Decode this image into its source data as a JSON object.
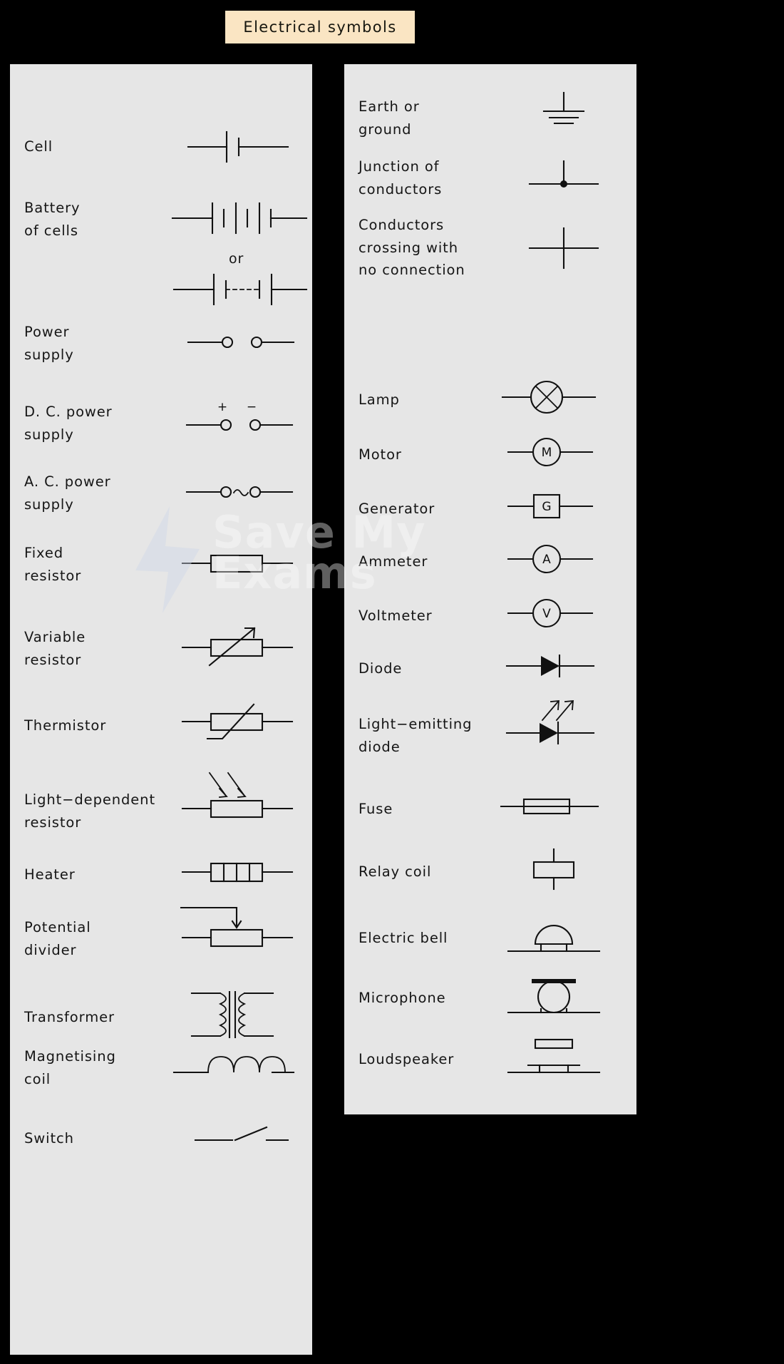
{
  "title": {
    "text": "Electrical symbols"
  },
  "watermark": {
    "line1": "Save My",
    "line2": "Exams"
  },
  "notes": {
    "or": "or"
  },
  "markers": {
    "plus": "+",
    "minus": "−",
    "ac": "~",
    "motor": "M",
    "generator": "G",
    "ammeter": "A",
    "voltmeter": "V"
  },
  "left_panel": {
    "items": [
      {
        "label": "Cell",
        "symbol": "cell"
      },
      {
        "label": "Battery\nof cells",
        "symbol": "battery-of-cells"
      },
      {
        "label": "",
        "symbol": "battery-of-cells-alt"
      },
      {
        "label": "Power\nsupply",
        "symbol": "power-supply"
      },
      {
        "label": "D. C. power\nsupply",
        "symbol": "dc-power-supply"
      },
      {
        "label": "A. C. power\nsupply",
        "symbol": "ac-power-supply"
      },
      {
        "label": "Fixed\nresistor",
        "symbol": "fixed-resistor"
      },
      {
        "label": "Variable\nresistor",
        "symbol": "variable-resistor"
      },
      {
        "label": "Thermistor",
        "symbol": "thermistor"
      },
      {
        "label": "Light−dependent\nresistor",
        "symbol": "light-dependent-resistor"
      },
      {
        "label": "Heater",
        "symbol": "heater"
      },
      {
        "label": "Potential\ndivider",
        "symbol": "potential-divider"
      },
      {
        "label": "Transformer",
        "symbol": "transformer"
      },
      {
        "label": "Magnetising\ncoil",
        "symbol": "magnetising-coil"
      },
      {
        "label": "Switch",
        "symbol": "switch"
      }
    ]
  },
  "right_panel": {
    "items": [
      {
        "label": "Earth or\nground",
        "symbol": "earth-ground"
      },
      {
        "label": "Junction of\nconductors",
        "symbol": "junction-of-conductors"
      },
      {
        "label": "Conductors\ncrossing with\nno connection",
        "symbol": "crossing-no-connection"
      },
      {
        "label": "Lamp",
        "symbol": "lamp"
      },
      {
        "label": "Motor",
        "symbol": "motor"
      },
      {
        "label": "Generator",
        "symbol": "generator"
      },
      {
        "label": "Ammeter",
        "symbol": "ammeter"
      },
      {
        "label": "Voltmeter",
        "symbol": "voltmeter"
      },
      {
        "label": "Diode",
        "symbol": "diode"
      },
      {
        "label": "Light−emitting\ndiode",
        "symbol": "light-emitting-diode"
      },
      {
        "label": "Fuse",
        "symbol": "fuse"
      },
      {
        "label": "Relay coil",
        "symbol": "relay-coil"
      },
      {
        "label": "Electric bell",
        "symbol": "electric-bell"
      },
      {
        "label": "Microphone",
        "symbol": "microphone"
      },
      {
        "label": "Loudspeaker",
        "symbol": "loudspeaker"
      }
    ]
  },
  "colors": {
    "page_background": "#000000",
    "panel_background": "#e6e6e6",
    "title_background": "#fae5c3",
    "ink": "#111111"
  }
}
